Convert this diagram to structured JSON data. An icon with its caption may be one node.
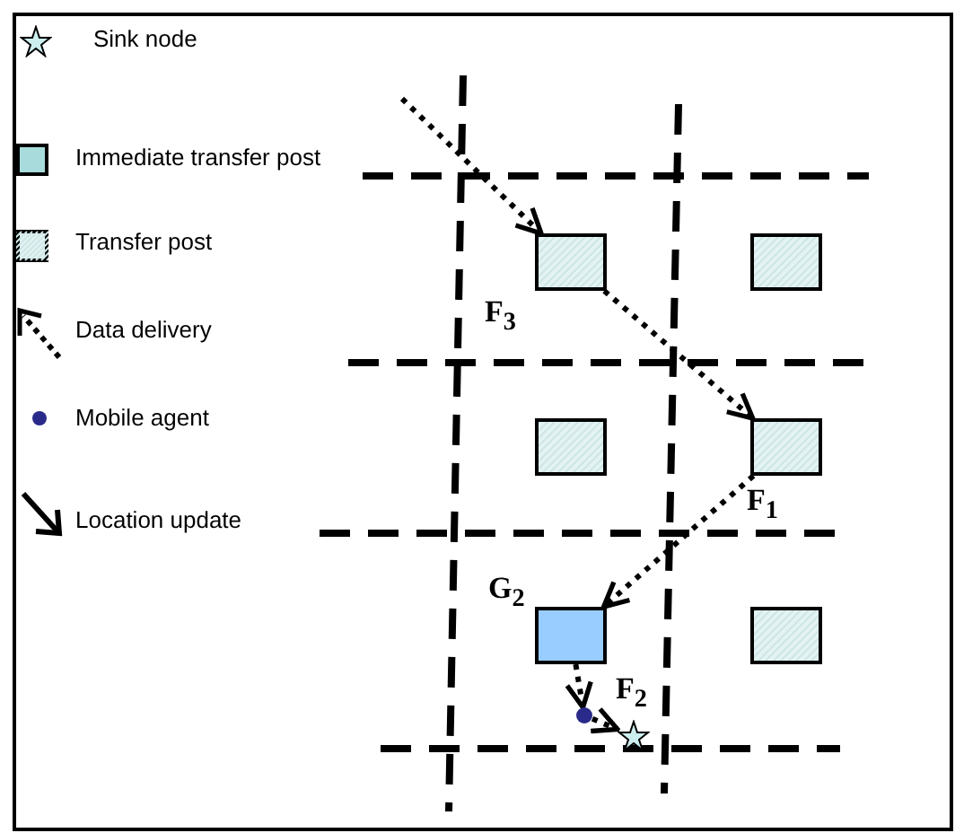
{
  "diagram": {
    "nodes": [
      {
        "text": [],
        "shape": "box",
        "beside": [
          "F$_{3}$"
        ]
      },
      {
        "text": [],
        "shape": "box"
      },
      {
        "text": [],
        "shape": "box"
      },
      {
        "text": [],
        "shape": "box",
        "beside": [
          "F$_{1}$"
        ]
      },
      {
        "text": [],
        "shape": "box",
        "beside": [
          "G$_{2}$"
        ]
      },
      {
        "text": [],
        "shape": "box"
      },
      {
        "text": [],
        "shape": "circle"
      },
      {
        "text": [],
        "shape": "star"
      }
    ],
    "edges": [
      {
        "from": null,
        "to": 0,
        "arrow": "to"
      },
      {
        "from": 0,
        "to": 3,
        "arrow": "to"
      },
      {
        "from": 3,
        "to": 4,
        "arrow": "to"
      },
      {
        "from": 4,
        "to": 6,
        "arrow": "to"
      },
      {
        "from": 6,
        "to": 7,
        "arrow": "to"
      }
    ],
    "labels": [
      "F$_{2}$"
    ],
    "legend": [
      {
        "text": "Sink node"
      },
      {
        "text": "Immediate transfer post",
        "color": "#a8dcdc"
      },
      {
        "text": "Transfer post"
      },
      {
        "text": "Data delivery"
      },
      {
        "text": "Mobile agent"
      },
      {
        "text": "Location update"
      }
    ]
  }
}
